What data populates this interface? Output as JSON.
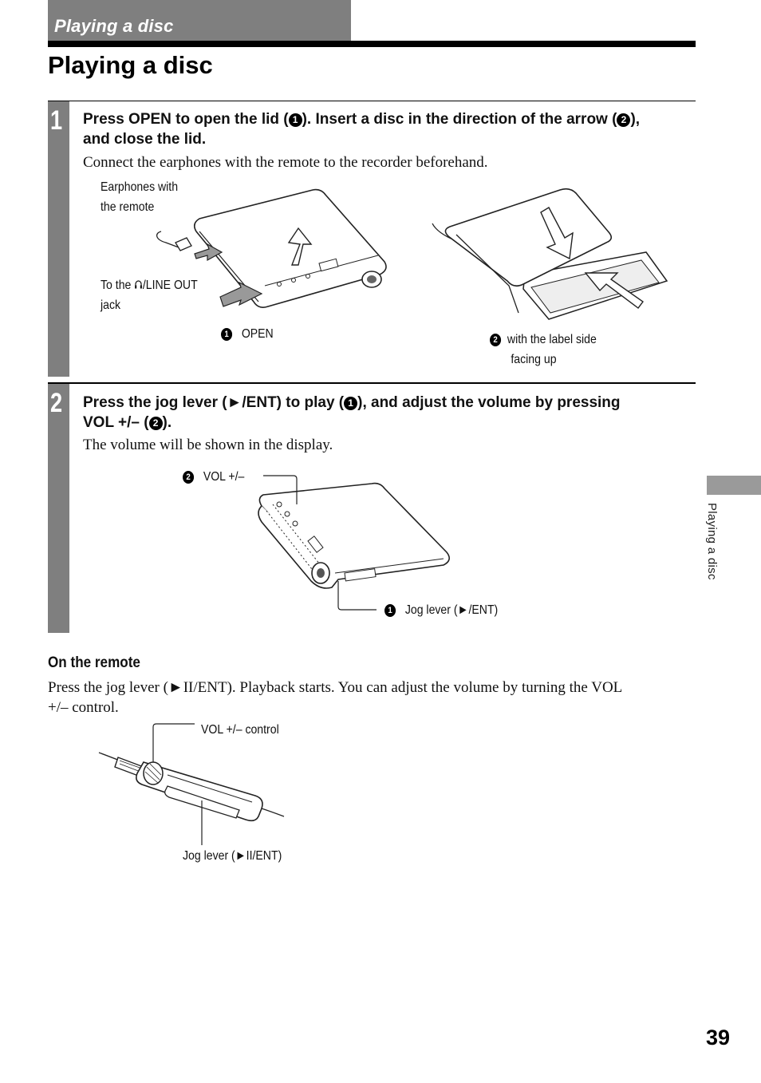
{
  "header": {
    "tab_label": "Playing a disc",
    "page_title": "Playing a disc"
  },
  "steps": [
    {
      "number": "1",
      "instruction_a": "Press OPEN to open the lid (",
      "marker_1": "1",
      "instruction_b": "). Insert a disc in the direction of the arrow (",
      "marker_2": "2",
      "instruction_c": "),",
      "instruction_line2": "and close the lid.",
      "note": "Connect the earphones with the remote to the recorder beforehand.",
      "callouts": {
        "earphones_line1": "Earphones with",
        "earphones_line2": "the remote",
        "jack_prefix": "To the ",
        "jack_icon": "headphones-icon",
        "jack_suffix": "/LINE OUT",
        "jack_line2": "jack",
        "open_marker": "1",
        "open_label": "OPEN",
        "label_marker": "2",
        "label_line1": "with the label side",
        "label_line2": "facing up"
      }
    },
    {
      "number": "2",
      "instruction_a": "Press the jog lever (",
      "play_glyph": "►",
      "instruction_b": "/ENT) to play (",
      "marker_1": "1",
      "instruction_c": "), and adjust the volume by pressing",
      "instruction_line2_a": "VOL +/– (",
      "marker_2": "2",
      "instruction_line2_b": ").",
      "note": "The volume will be shown in the display.",
      "callouts": {
        "vol_marker": "2",
        "vol_label": "VOL +/–",
        "jog_marker": "1",
        "jog_label": "Jog lever (►/ENT)"
      }
    }
  ],
  "remote": {
    "heading": "On the remote",
    "body_line1": "Press the jog lever (►II/ENT). Playback starts. You can adjust the volume by turning the VOL",
    "body_line2": "+/– control.",
    "vol_callout": "VOL +/– control",
    "jog_callout": "Jog lever (►II/ENT)"
  },
  "side_tab": {
    "label": "Playing a disc"
  },
  "page_number": "39",
  "colors": {
    "header_gray": "#7f7f7f",
    "rule": "#000000",
    "text": "#111111",
    "side_tab_gray": "#9a9a9a"
  }
}
